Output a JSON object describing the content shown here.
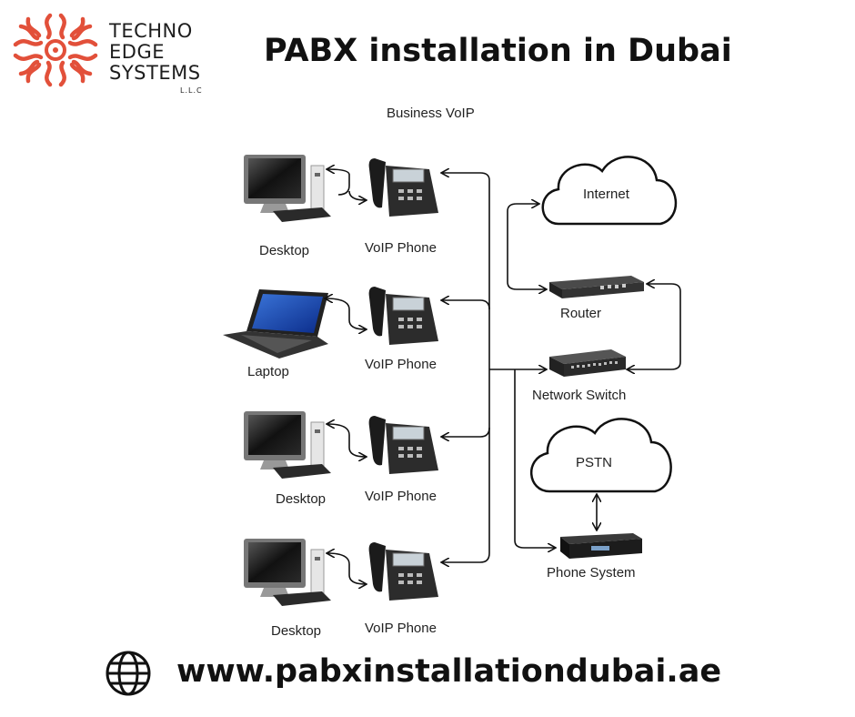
{
  "brand": {
    "line1": "TECHNO",
    "line2": "EDGE",
    "line3": "SYSTEMS",
    "line4": "L.L.C",
    "logo_icon": "gear-sunburst-logo",
    "logo_color": "#e2503a"
  },
  "title": "PABX installation in Dubai",
  "diagram": {
    "heading": "Business VoIP",
    "devices": [
      {
        "computer": "Desktop",
        "phone": "VoIP Phone"
      },
      {
        "computer": "Laptop",
        "phone": "VoIP Phone"
      },
      {
        "computer": "Desktop",
        "phone": "VoIP Phone"
      },
      {
        "computer": "Desktop",
        "phone": "VoIP Phone"
      }
    ],
    "internet": "Internet",
    "router": "Router",
    "switch": "Network Switch",
    "pstn": "PSTN",
    "phone_system": "Phone System"
  },
  "footer": {
    "icon": "globe-icon",
    "url": "www.pabxinstallationdubai.ae"
  }
}
